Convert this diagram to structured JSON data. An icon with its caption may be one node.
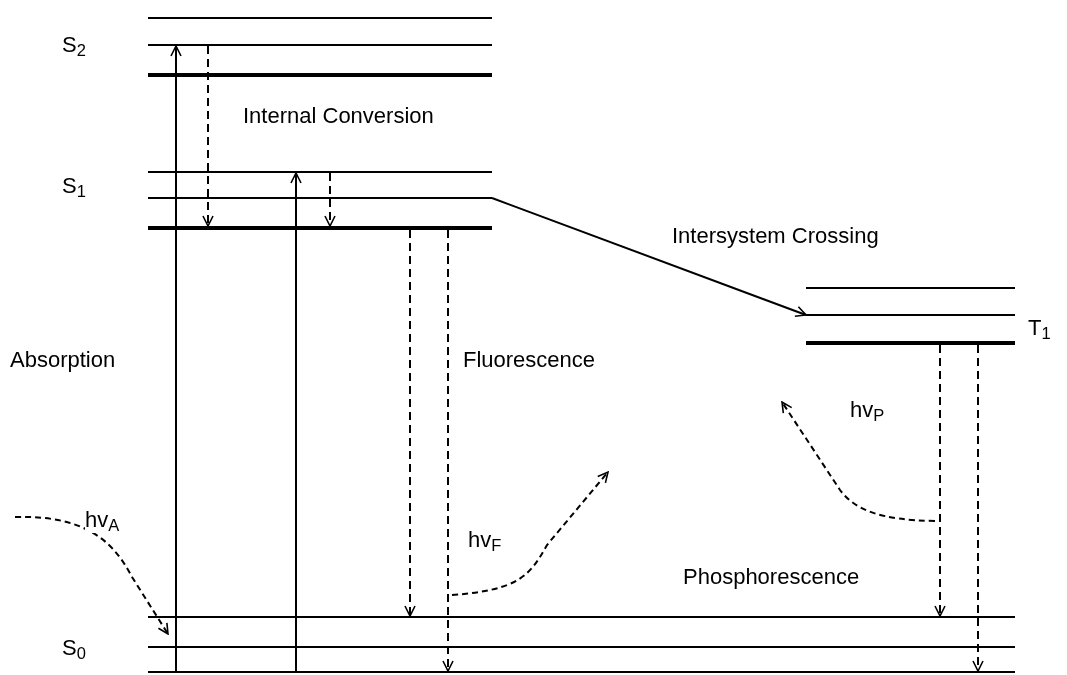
{
  "diagram": {
    "nodes": [
      {
        "text": [],
        "shape": "bar"
      },
      {
        "text": [],
        "shape": "bar"
      },
      {
        "text": [],
        "shape": "bar"
      },
      {
        "text": [],
        "shape": "bar"
      },
      {
        "text": [],
        "shape": "bar"
      },
      {
        "text": [],
        "shape": "bar"
      },
      {
        "text": [],
        "shape": "bar"
      },
      {
        "text": [],
        "shape": "bar"
      },
      {
        "text": [],
        "shape": "bar"
      },
      {
        "text": [],
        "shape": "bar"
      },
      {
        "text": [],
        "shape": "bar"
      },
      {
        "text": [],
        "shape": "bar"
      }
    ],
    "edges": [
      {
        "from": 11,
        "to": 1,
        "arrow": "to"
      },
      {
        "from": 11,
        "to": 3,
        "arrow": "to"
      },
      {
        "from": 1,
        "to": 5,
        "arrow": "to",
        "style": "dashed"
      },
      {
        "from": 3,
        "to": 5,
        "arrow": "to",
        "style": "dashed"
      },
      {
        "from": 5,
        "to": 9,
        "arrow": "to",
        "style": "dashed"
      },
      {
        "from": 5,
        "to": 11,
        "arrow": "to",
        "style": "dashed"
      },
      {
        "from": 4,
        "to": 7,
        "arrow": "to"
      },
      {
        "from": 8,
        "to": 9,
        "arrow": "to",
        "style": "dashed"
      },
      {
        "from": 8,
        "to": 11,
        "arrow": "to",
        "style": "dashed"
      }
    ],
    "labels": [
      "S$_{2}$",
      "Internal Conversion",
      "S$_{1}$",
      "Intersystem Crossing",
      "T$_{1}$",
      "Absorption",
      "Fluorescence",
      "hv$_{P}$",
      "hv$_{A}$",
      "hv$_{F}$",
      "Phosphorescence",
      "S$_{0}$"
    ]
  }
}
